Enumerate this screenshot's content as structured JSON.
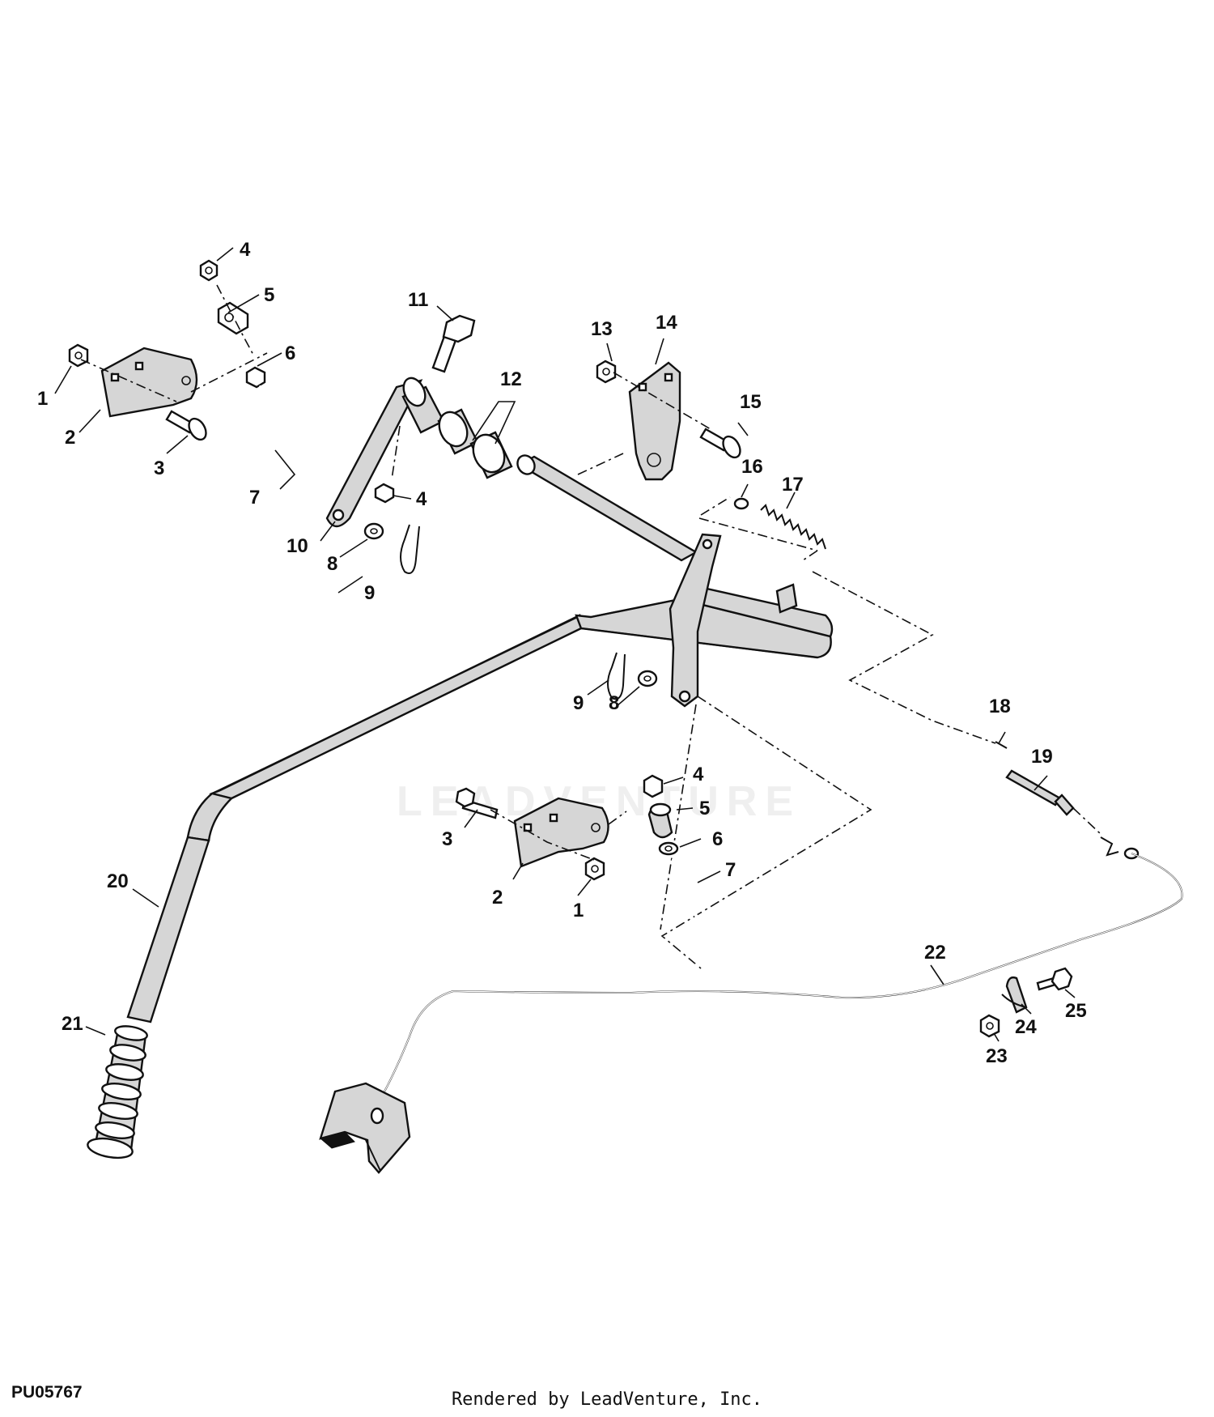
{
  "watermark": "LEADVENTURE",
  "diagram_id": "PU05767",
  "footer": "Rendered by LeadVenture, Inc.",
  "callouts": {
    "c1a": "1",
    "c2a": "2",
    "c3a": "3",
    "c4a": "4",
    "c5a": "5",
    "c6a": "6",
    "c7a": "7",
    "c4b": "4",
    "c8a": "8",
    "c9a": "9",
    "c10": "10",
    "c11": "11",
    "c12": "12",
    "c13": "13",
    "c14": "14",
    "c15": "15",
    "c16": "16",
    "c17": "17",
    "c9b": "9",
    "c8b": "8",
    "c18": "18",
    "c19": "19",
    "c3b": "3",
    "c2b": "2",
    "c1b": "1",
    "c4c": "4",
    "c5b": "5",
    "c6b": "6",
    "c7b": "7",
    "c20": "20",
    "c21": "21",
    "c22": "22",
    "c23": "23",
    "c24": "24",
    "c25": "25"
  }
}
